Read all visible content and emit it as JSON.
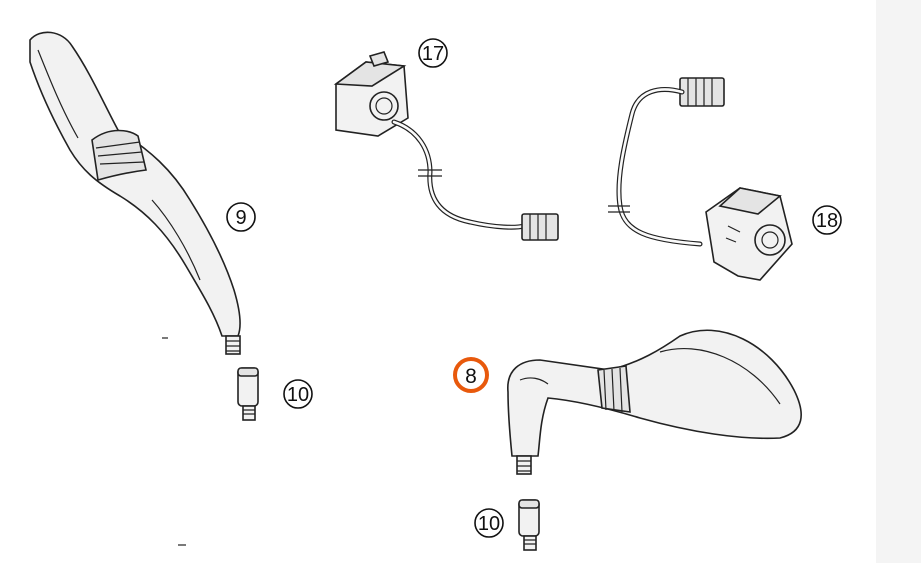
{
  "callouts": [
    {
      "id": "left-mirror",
      "label": "9"
    },
    {
      "id": "left-adapter",
      "label": "10"
    },
    {
      "id": "left-switch",
      "label": "17"
    },
    {
      "id": "right-switch",
      "label": "18"
    },
    {
      "id": "right-mirror",
      "label": "8",
      "highlighted": true
    },
    {
      "id": "right-adapter",
      "label": "10"
    }
  ],
  "highlight_color": "#e8590c",
  "side_strip_color": "#f4f4f4"
}
